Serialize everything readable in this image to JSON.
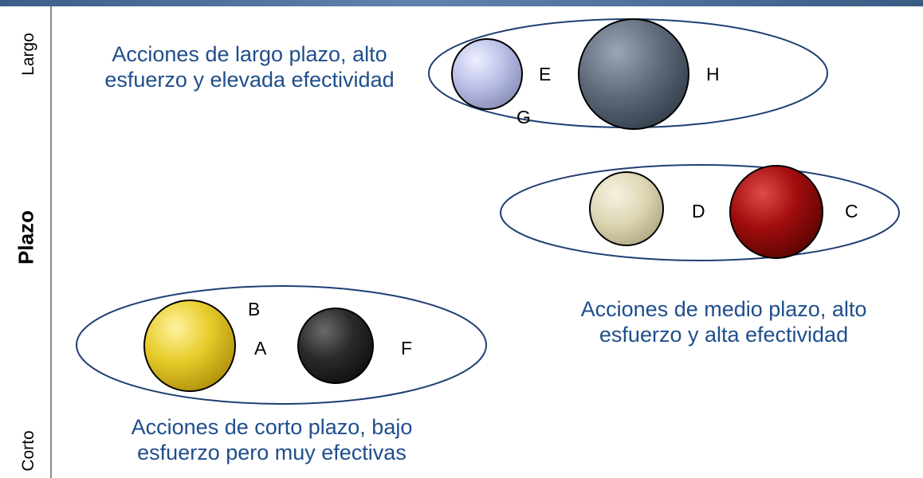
{
  "axis": {
    "title": "Plazo",
    "top_tick": "Largo",
    "bottom_tick": "Corto"
  },
  "groups": {
    "long": {
      "text": [
        "Acciones de largo plazo, alto",
        "esfuerzo y elevada efectividad"
      ]
    },
    "medium": {
      "text": [
        "Acciones de medio plazo, alto",
        "esfuerzo y alta efectividad"
      ]
    },
    "short": {
      "text": [
        "Acciones de corto plazo, bajo",
        "esfuerzo pero muy efectivas"
      ]
    }
  },
  "spheres": {
    "G": {
      "label": "G",
      "color": "#b8bde6"
    },
    "E": {
      "label": "E"
    },
    "H": {
      "label": "H",
      "color": "#4f5b6b"
    },
    "D": {
      "label": "D",
      "color": "#ddd6b4"
    },
    "C": {
      "label": "C",
      "color": "#a10d0d"
    },
    "B": {
      "label": "B"
    },
    "A": {
      "label": "A",
      "color": "#e8cc2a"
    },
    "F": {
      "label": "F",
      "color": "#2b2b2b"
    }
  },
  "colors": {
    "ellipse": "#1f3f72",
    "text": "#1f4e8c"
  }
}
